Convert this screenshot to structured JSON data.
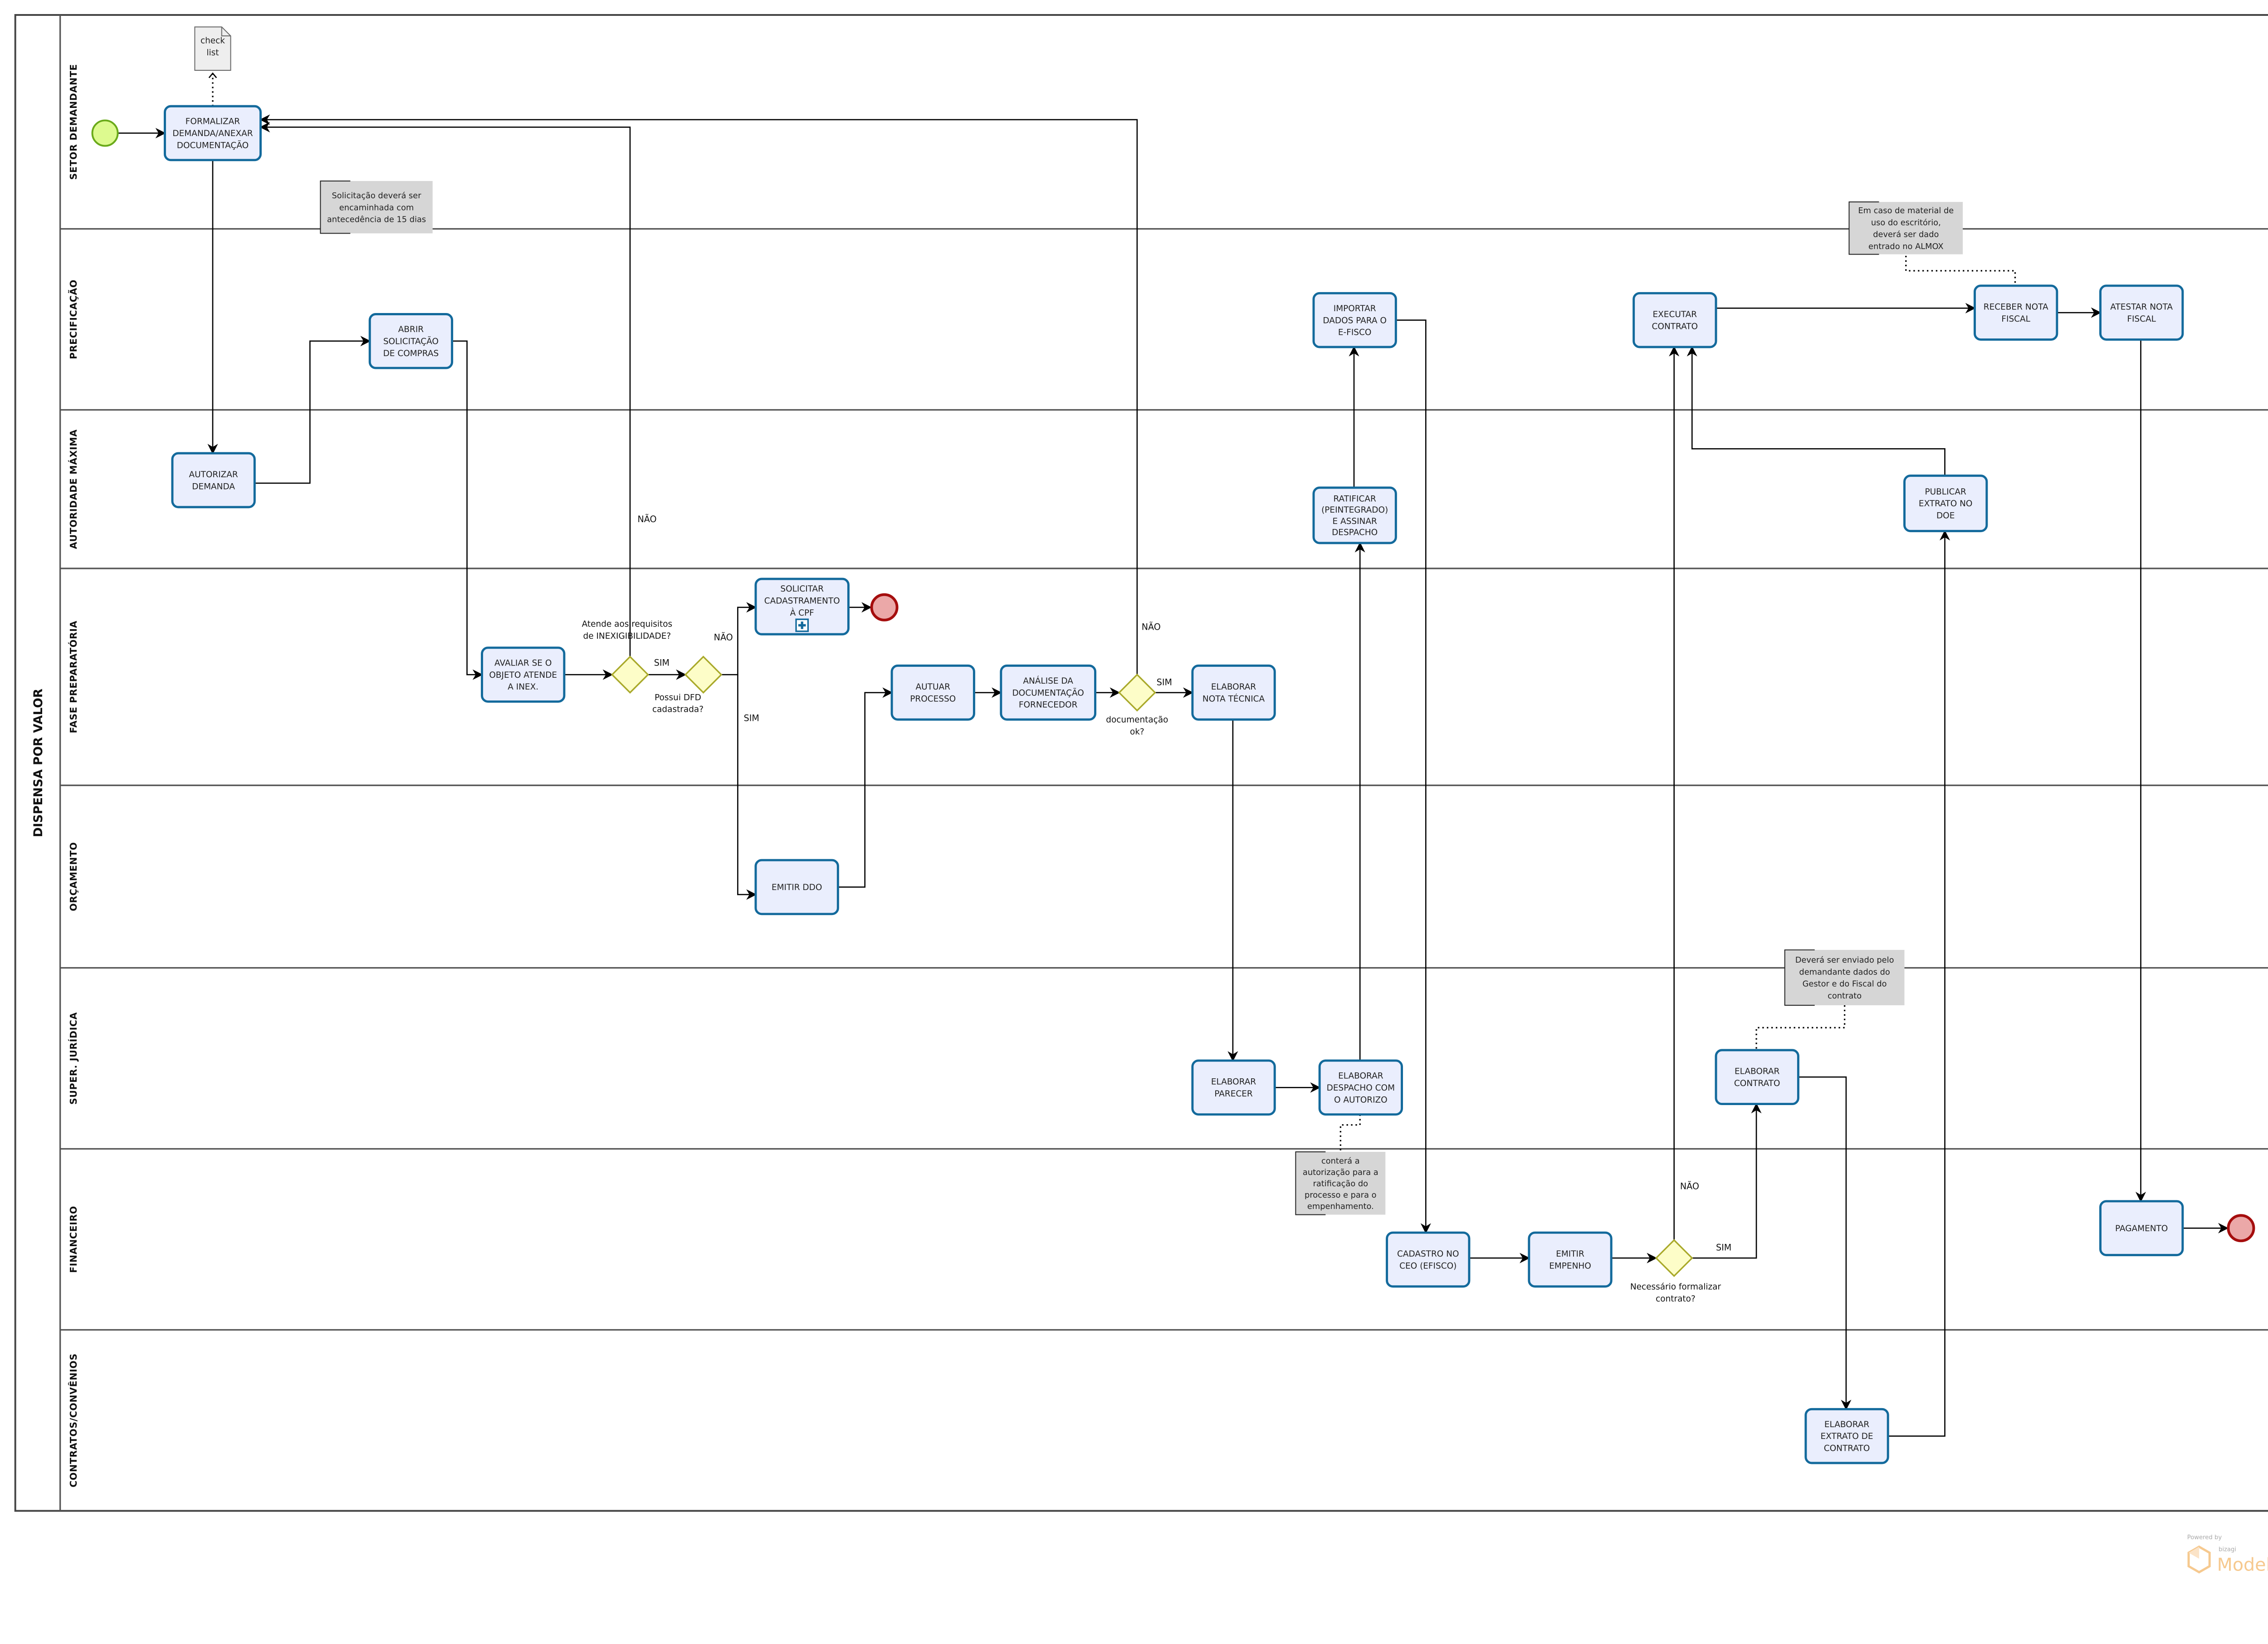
{
  "pool": {
    "title": "DISPENSA POR VALOR"
  },
  "lanes": [
    "SETOR DEMANDANTE",
    "PRECIFICAÇÃO",
    "AUTORIDADE MÁXIMA",
    "FASE PREPARATÓRIA",
    "ORÇAMENTO",
    "SUPER. JURÍDICA",
    "FINANCEIRO",
    "CONTRATOS/CONVÊNIOS"
  ],
  "tasks": {
    "formalizar": {
      "lines": [
        "FORMALIZAR",
        "DEMANDA/ANEXAR",
        "DOCUMENTAÇÃO"
      ]
    },
    "autorizar": {
      "lines": [
        "AUTORIZAR",
        "DEMANDA"
      ]
    },
    "abrir": {
      "lines": [
        "ABRIR",
        "SOLICITAÇÃO",
        "DE COMPRAS"
      ]
    },
    "avaliar": {
      "lines": [
        "AVALIAR SE O",
        "OBJETO ATENDE",
        "A INEX."
      ]
    },
    "solicitar": {
      "lines": [
        "SOLICITAR",
        "CADASTRAMENTO",
        "À CPF"
      ]
    },
    "emitir_ddo": {
      "lines": [
        "EMITIR DDO"
      ]
    },
    "autuar": {
      "lines": [
        "AUTUAR",
        "PROCESSO"
      ]
    },
    "analise": {
      "lines": [
        "ANÁLISE DA",
        "DOCUMENTAÇÃO",
        "FORNECEDOR"
      ]
    },
    "nota_tecnica": {
      "lines": [
        "ELABORAR",
        "NOTA TÉCNICA"
      ]
    },
    "importar": {
      "lines": [
        "IMPORTAR",
        "DADOS PARA O",
        "E-FISCO"
      ]
    },
    "ratificar": {
      "lines": [
        "RATIFICAR",
        "(PEINTEGRADO)",
        "E ASSINAR",
        "DESPACHO"
      ]
    },
    "executar": {
      "lines": [
        "EXECUTAR",
        "CONTRATO"
      ]
    },
    "receber": {
      "lines": [
        "RECEBER NOTA",
        "FISCAL"
      ]
    },
    "atestar": {
      "lines": [
        "ATESTAR NOTA",
        "FISCAL"
      ]
    },
    "publicar": {
      "lines": [
        "PUBLICAR",
        "EXTRATO NO",
        "DOE"
      ]
    },
    "parecer": {
      "lines": [
        "ELABORAR",
        "PARECER"
      ]
    },
    "despacho": {
      "lines": [
        "ELABORAR",
        "DESPACHO COM",
        "O AUTORIZO"
      ]
    },
    "contrato": {
      "lines": [
        "ELABORAR",
        "CONTRATO"
      ]
    },
    "cadastro_ceo": {
      "lines": [
        "CADASTRO NO",
        "CEO (EFISCO)"
      ]
    },
    "empenho": {
      "lines": [
        "EMITIR",
        "EMPENHO"
      ]
    },
    "pagamento": {
      "lines": [
        "PAGAMENTO"
      ]
    },
    "extrato": {
      "lines": [
        "ELABORAR",
        "EXTRATO DE",
        "CONTRATO"
      ]
    }
  },
  "gateways": {
    "inexigibilidade": {
      "lines": [
        "Atende aos requisitos",
        "de INEXIGIBILIDADE?"
      ]
    },
    "dfd": {
      "lines": [
        "Possui DFD",
        "cadastrada?"
      ]
    },
    "documentacao": {
      "lines": [
        "documentação",
        "ok?"
      ]
    },
    "formalizar_contrato": {
      "lines": [
        "Necessário formalizar",
        "contrato?"
      ]
    }
  },
  "notes": {
    "antecedencia": {
      "lines": [
        "Solicitação deverá ser",
        "encaminhada com",
        "antecedência de 15 dias"
      ]
    },
    "almox": {
      "lines": [
        "Em caso de material de",
        "uso do escritório,",
        "deverá ser dado",
        "entrado no ALMOX"
      ]
    },
    "gestor_fiscal": {
      "lines": [
        "Deverá ser enviado pelo",
        "demandante dados do",
        "Gestor e do Fiscal do",
        "contrato"
      ]
    },
    "autorizacao": {
      "lines": [
        "conterá a",
        "autorização para a",
        "ratificação do",
        "processo e para o",
        "empenhamento."
      ]
    }
  },
  "data_object": {
    "lines": [
      "check",
      "list"
    ]
  },
  "edge_labels": {
    "inex_nao": "NÃO",
    "inex_sim": "SIM",
    "dfd_nao": "NÃO",
    "dfd_sim": "SIM",
    "doc_nao": "NÃO",
    "doc_sim": "SIM",
    "contrato_nao": "NÃO",
    "contrato_sim": "SIM"
  },
  "branding": {
    "powered_by": "Powered by",
    "vendor": "bizagi",
    "product": "Modeler"
  },
  "colors": {
    "task_fill": "#eaeefd",
    "task_stroke": "#136a9c",
    "gateway_fill": "#fdfdc8",
    "start_fill": "#ddfa8f",
    "end_fill": "#eba8a8",
    "note_fill": "#d6d6d6"
  }
}
